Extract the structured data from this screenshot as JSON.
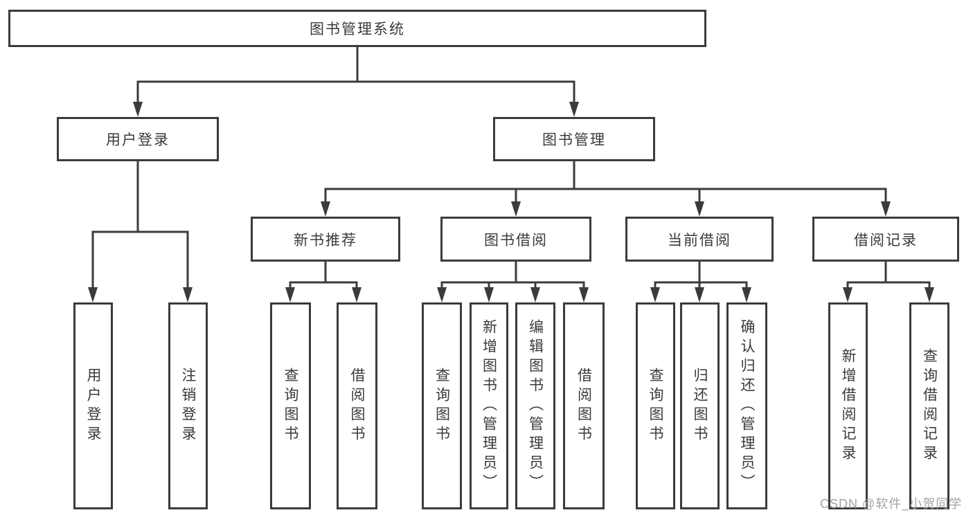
{
  "diagram": {
    "root": {
      "label": "图书管理系统"
    },
    "level2": [
      {
        "label": "用户登录"
      },
      {
        "label": "图书管理"
      }
    ],
    "level3": [
      {
        "label": "新书推荐"
      },
      {
        "label": "图书借阅"
      },
      {
        "label": "当前借阅"
      },
      {
        "label": "借阅记录"
      }
    ],
    "leaves": [
      {
        "label": "用户登录"
      },
      {
        "label": "注销登录"
      },
      {
        "label": "查询图书"
      },
      {
        "label": "借阅图书"
      },
      {
        "label": "查询图书"
      },
      {
        "label": "新增图书（管理员）"
      },
      {
        "label": "编辑图书（管理员）"
      },
      {
        "label": "借阅图书"
      },
      {
        "label": "查询图书"
      },
      {
        "label": "归还图书"
      },
      {
        "label": "确认归还（管理员）"
      },
      {
        "label": "新增借阅记录"
      },
      {
        "label": "查询借阅记录"
      }
    ]
  },
  "watermark": {
    "text": "CSDN @软件_小贺同学"
  },
  "colors": {
    "line": "#3b3b3b",
    "text": "#3a3a3a",
    "watermark": "#a3a3a3",
    "background": "#ffffff"
  }
}
